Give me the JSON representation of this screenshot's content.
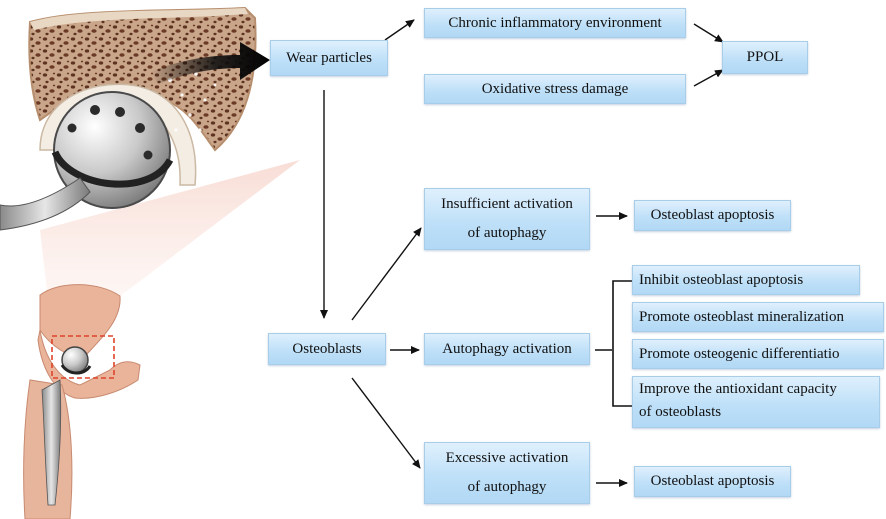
{
  "colors": {
    "box_top": "#dff0fd",
    "box_bottom": "#b1d8f5",
    "box_border": "#a7cde9",
    "arrow": "#111111",
    "bone": "#c8a584",
    "bone_pores": "#6b3a26",
    "pelvis": "#eab49a",
    "highlight_box": "#e0442c"
  },
  "icons": [
    "hip-implant-closeup-illustration",
    "hip-skeleton-illustration"
  ],
  "nodes": {
    "wear_particles": "Wear particles",
    "chronic_inflammation": "Chronic inflammatory environment",
    "oxidative_stress": "Oxidative stress damage",
    "ppol": "PPOL",
    "insufficient_line1": "Insufficient activation",
    "insufficient_line2": "of autophagy",
    "apoptosis_top": "Osteoblast apoptosis",
    "osteoblasts": "Osteoblasts",
    "autophagy_activation": "Autophagy activation",
    "inhibit_apoptosis": "Inhibit osteoblast apoptosis",
    "promote_mineralization": "Promote osteoblast mineralization",
    "promote_differentiation": "Promote osteogenic differentiatio",
    "antioxidant_line1": "Improve the antioxidant capacity",
    "antioxidant_line2": "of osteoblasts",
    "excessive_line1": "Excessive activation",
    "excessive_line2": "of autophagy",
    "apoptosis_bottom": "Osteoblast apoptosis"
  }
}
